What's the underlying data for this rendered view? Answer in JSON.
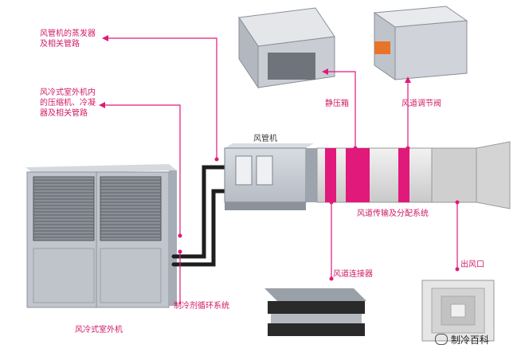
{
  "labels": {
    "evaporator_line1": "风管机的蒸发器",
    "evaporator_line2": "及相关管路",
    "outdoor_line1": "风冷式室外机内",
    "outdoor_line2": "的压缩机、冷凝",
    "outdoor_line3": "器及相关管路",
    "static_box": "静压箱",
    "air_valve": "风道调节阀",
    "duct_unit": "风管机",
    "duct_system": "风道传输及分配系统",
    "duct_connector": "风道连接器",
    "outlet": "出风口",
    "refrigerant_cycle": "制冷剂循环系统",
    "outdoor_unit": "风冷式室外机"
  },
  "watermark": {
    "text": "制冷百科",
    "icon": "wechat-icon"
  },
  "colors": {
    "accent": "#e0197b",
    "label": "#d01a64",
    "leader": "#e0197b",
    "pipe": "#1e1e1e"
  }
}
